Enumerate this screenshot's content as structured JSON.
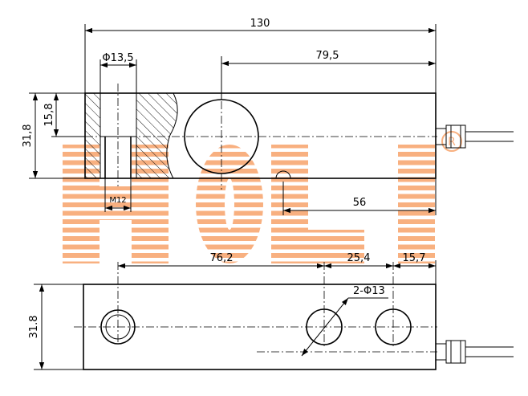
{
  "dimensions": {
    "total_length": "130",
    "hole_diameter": "Φ13,5",
    "hole_offset": "79,5",
    "height_top": "31,8",
    "half_height": "15,8",
    "thread": "M12",
    "cable_offset": "56",
    "mount_offset": "76,2",
    "hole_pitch": "25,4",
    "end_offset": "15,7",
    "mount_holes": "2-Φ13",
    "height_bottom": "31.8"
  },
  "watermark": {
    "text": "HOLI",
    "mark": "R",
    "color": "#f7a36a"
  }
}
